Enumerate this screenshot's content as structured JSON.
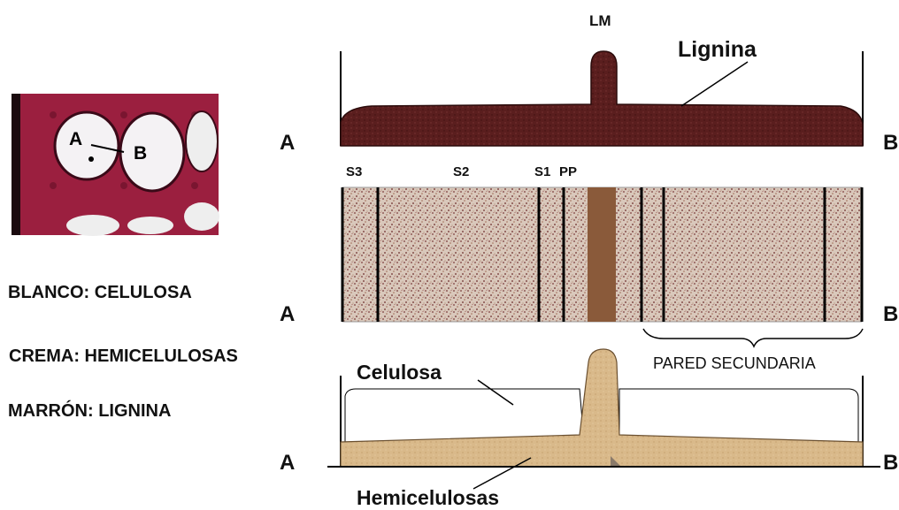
{
  "micrograph": {
    "label_a": "A",
    "label_b": "B"
  },
  "legend": {
    "items": [
      "BLANCO: CELULOSA",
      "CREMA: HEMICELULOSAS",
      "MARRÓN: LIGNINA"
    ]
  },
  "top_panel": {
    "lm_label": "LM",
    "lignina_label": "Lignina",
    "end_a": "A",
    "end_b": "B",
    "fill_color": "#5a1e1e"
  },
  "middle_panel": {
    "layers": [
      "S3",
      "S2",
      "S1",
      "PP"
    ],
    "end_a": "A",
    "end_b": "B",
    "pared_label": "PARED SECUNDARIA",
    "band_color": "#8a5a3a"
  },
  "bottom_panel": {
    "celulosa_label": "Celulosa",
    "hemicelulosas_label": "Hemicelulosas",
    "end_a": "A",
    "end_b": "B",
    "fill_color": "#d9b98a"
  }
}
